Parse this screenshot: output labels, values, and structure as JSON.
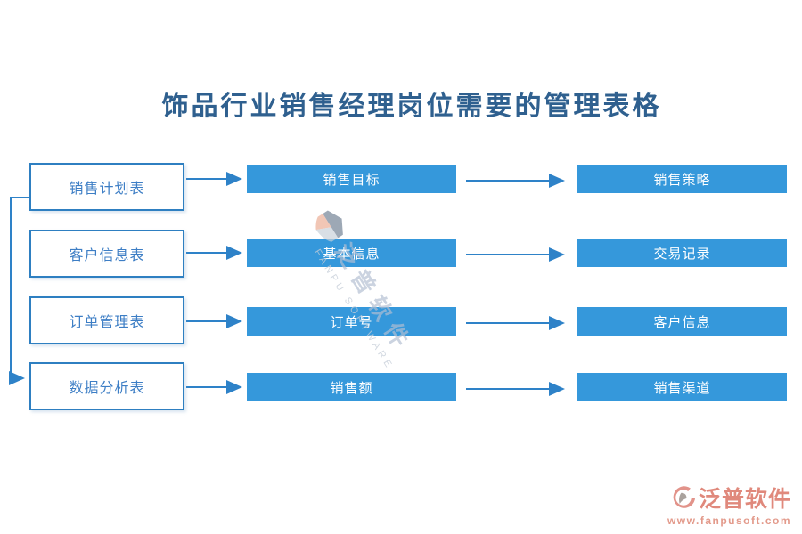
{
  "title": "饰品行业销售经理岗位需要的管理表格",
  "rows": [
    {
      "left": "销售计划表",
      "middle": "销售目标",
      "right": "销售策略"
    },
    {
      "left": "客户信息表",
      "middle": "基本信息",
      "right": "交易记录"
    },
    {
      "left": "订单管理表",
      "middle": "订单号",
      "right": "客户信息"
    },
    {
      "left": "数据分析表",
      "middle": "销售额",
      "right": "销售渠道"
    }
  ],
  "watermark": {
    "cn": "泛普软件",
    "en": "FANPU SOFTWARE"
  },
  "footer": {
    "brand": "泛普软件",
    "url": "www.fanpusoft.com"
  },
  "colors": {
    "box_fill_blue": "#3598db",
    "box_border_blue": "#2e7fc1",
    "connector_blue": "#2e82c8",
    "title_blue": "#2f608f",
    "left_box_text_blue": "#3d7ec5",
    "brand_coral": "#e0897c"
  }
}
